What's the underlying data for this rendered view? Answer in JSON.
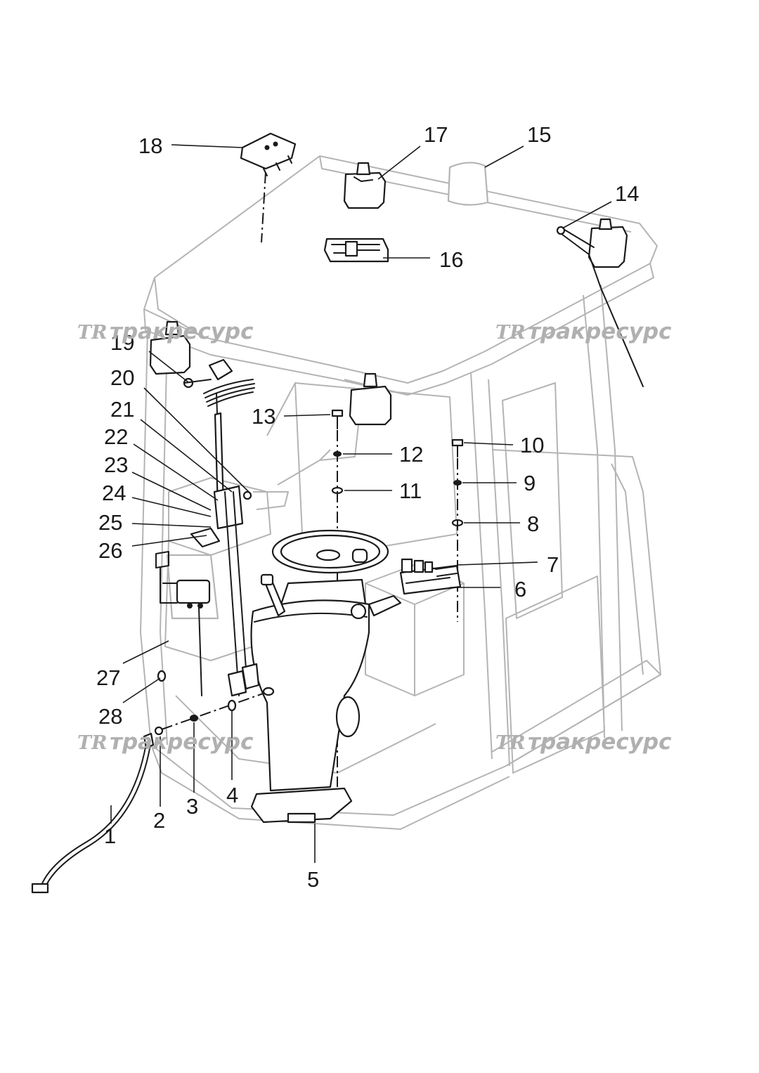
{
  "callouts": [
    {
      "n": "1"
    },
    {
      "n": "2"
    },
    {
      "n": "3"
    },
    {
      "n": "4"
    },
    {
      "n": "5"
    },
    {
      "n": "6"
    },
    {
      "n": "7"
    },
    {
      "n": "8"
    },
    {
      "n": "9"
    },
    {
      "n": "10"
    },
    {
      "n": "11"
    },
    {
      "n": "12"
    },
    {
      "n": "13"
    },
    {
      "n": "14"
    },
    {
      "n": "15"
    },
    {
      "n": "16"
    },
    {
      "n": "17"
    },
    {
      "n": "18"
    },
    {
      "n": "19"
    },
    {
      "n": "20"
    },
    {
      "n": "21"
    },
    {
      "n": "22"
    },
    {
      "n": "23"
    },
    {
      "n": "24"
    },
    {
      "n": "25"
    },
    {
      "n": "26"
    },
    {
      "n": "27"
    },
    {
      "n": "28"
    }
  ],
  "watermark": {
    "logo": "TR",
    "text": "тракресурс"
  },
  "colors": {
    "ink": "#1a1a1a",
    "cab_outline": "#b4b4b4",
    "watermark": "#b0b0b0"
  }
}
